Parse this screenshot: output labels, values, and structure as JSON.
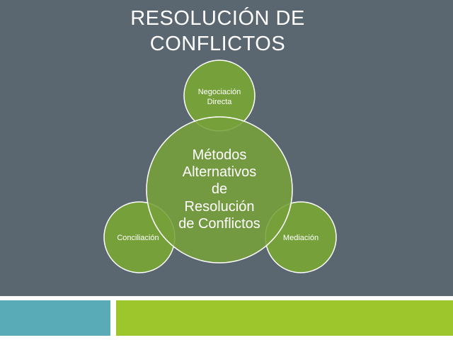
{
  "slide": {
    "title": "RESOLUCIÓN DE CONFLICTOS"
  },
  "diagram": {
    "center": {
      "lines": [
        "Métodos",
        "Alternativos",
        "de",
        "Resolución",
        "de Conflictos"
      ]
    },
    "nodes": [
      {
        "id": "top",
        "lines": [
          "Negociación",
          "Directa"
        ]
      },
      {
        "id": "left",
        "lines": [
          "Conciliación"
        ]
      },
      {
        "id": "right",
        "lines": [
          "Mediación"
        ]
      }
    ]
  },
  "colors": {
    "background": "#5a6670",
    "circle_fill": "#76a13a",
    "circle_stroke": "#ffffff",
    "text": "#ffffff",
    "bar_teal": "#5aabb8",
    "bar_green": "#9dc62c"
  }
}
